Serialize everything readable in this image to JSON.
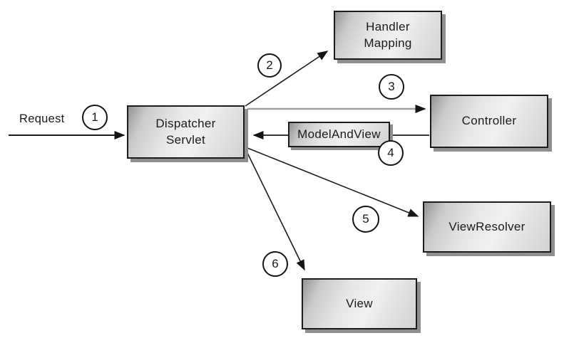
{
  "diagram": {
    "request_label": "Request",
    "boxes": {
      "dispatcher_servlet": "Dispatcher\nServlet",
      "handler_mapping": "Handler\nMapping",
      "controller": "Controller",
      "model_and_view": "ModelAndView",
      "view_resolver": "ViewResolver",
      "view": "View"
    },
    "steps": [
      "1",
      "2",
      "3",
      "4",
      "5",
      "6"
    ],
    "colors": {
      "background": "#ffffff",
      "box_border": "#1c1c1c",
      "box_fill_light": "#f0f0f0",
      "box_fill_dark": "#949494",
      "box_shadow": "#8f8f8f",
      "arrow": "#1c1c1c",
      "step3_line": "#a0a0a0",
      "badge_fill": "#ffffff"
    }
  }
}
